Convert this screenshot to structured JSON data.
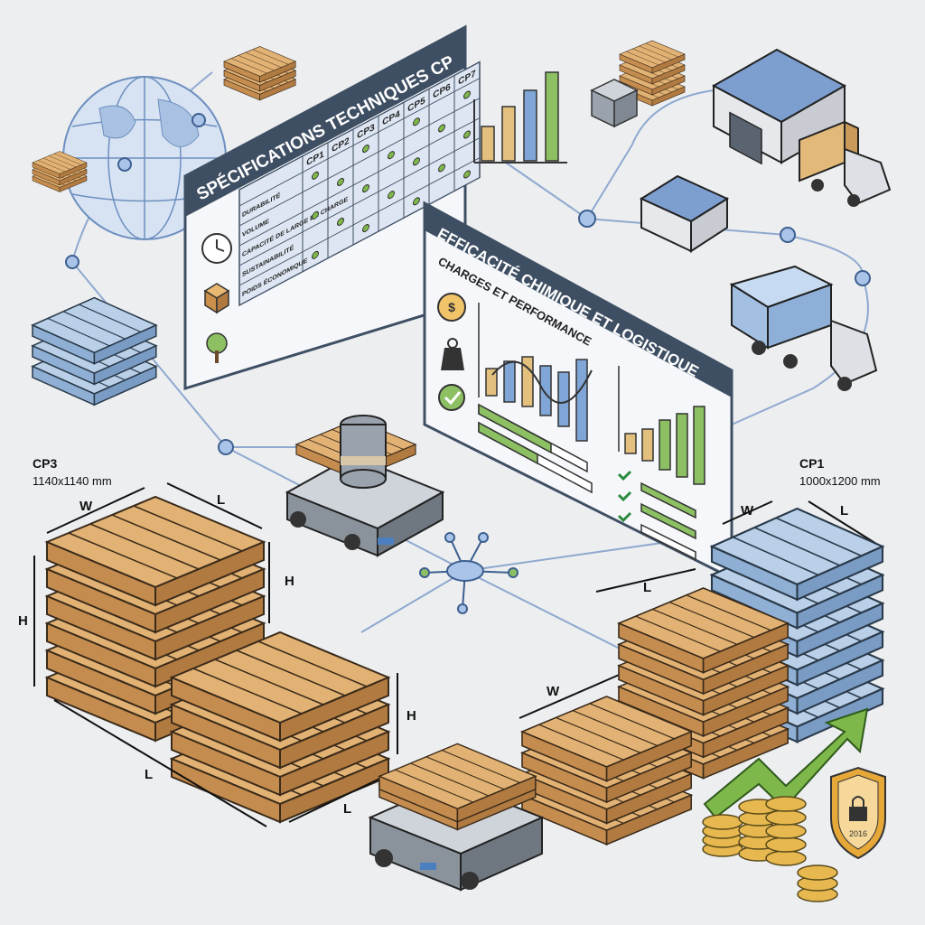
{
  "spec_panel": {
    "title": "SPÉCIFICATIONS TECHNIQUES CP",
    "columns": [
      "CP1",
      "CP2",
      "CP3",
      "CP4",
      "CP5",
      "CP6",
      "CP7"
    ],
    "rows": [
      "DURABILITÉ",
      "VOLUME",
      "CAPACITÉ DE LARGE DE CHARGE",
      "SUSTAINABILITÉ",
      "POIDS ÉCONOMIQUE"
    ]
  },
  "efficiency_panel": {
    "title": "EFFICACITÉ CHIMIQUE ET LOGISTIQUE",
    "subtitle": "CHARGES ET PERFORMANCE"
  },
  "cp3": {
    "name": "CP3",
    "size": "1140x1140 mm"
  },
  "cp1": {
    "name": "CP1",
    "size": "1000x1200 mm"
  },
  "dims": {
    "w": "W",
    "l": "L",
    "h": "H"
  },
  "shield_year": "2016",
  "colors": {
    "wood": "#d9a86a",
    "blue_pallet": "#a9c4e0",
    "panel_header": "#3f4f63",
    "accent_green": "#7fb84a",
    "accent_blue": "#5a8ac6",
    "line": "#8fa9cf"
  }
}
